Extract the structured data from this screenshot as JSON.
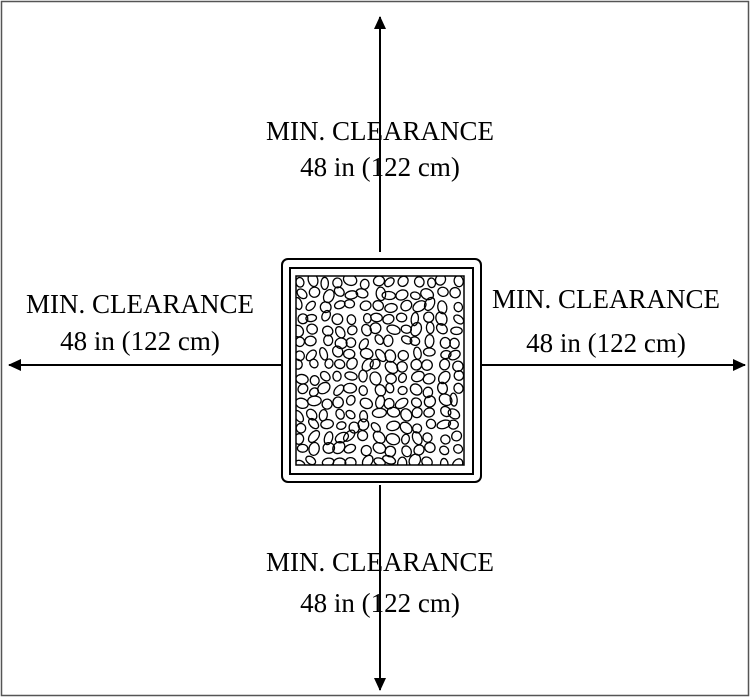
{
  "clearances": {
    "top": {
      "line1": "MIN. CLEARANCE",
      "line2": "48 in (122 cm)"
    },
    "left": {
      "line1": "MIN. CLEARANCE",
      "line2": "48 in (122 cm)"
    },
    "right": {
      "line1": "MIN. CLEARANCE",
      "line2": "48 in (122 cm)"
    },
    "bottom": {
      "line1": "MIN. CLEARANCE",
      "line2": "48 in (122 cm)"
    }
  },
  "colors": {
    "line": "#000000",
    "background": "#ffffff",
    "frame": "#555555"
  },
  "icons": {
    "center": "fire-pit-with-stones-icon",
    "arrows": "arrow-icon"
  }
}
